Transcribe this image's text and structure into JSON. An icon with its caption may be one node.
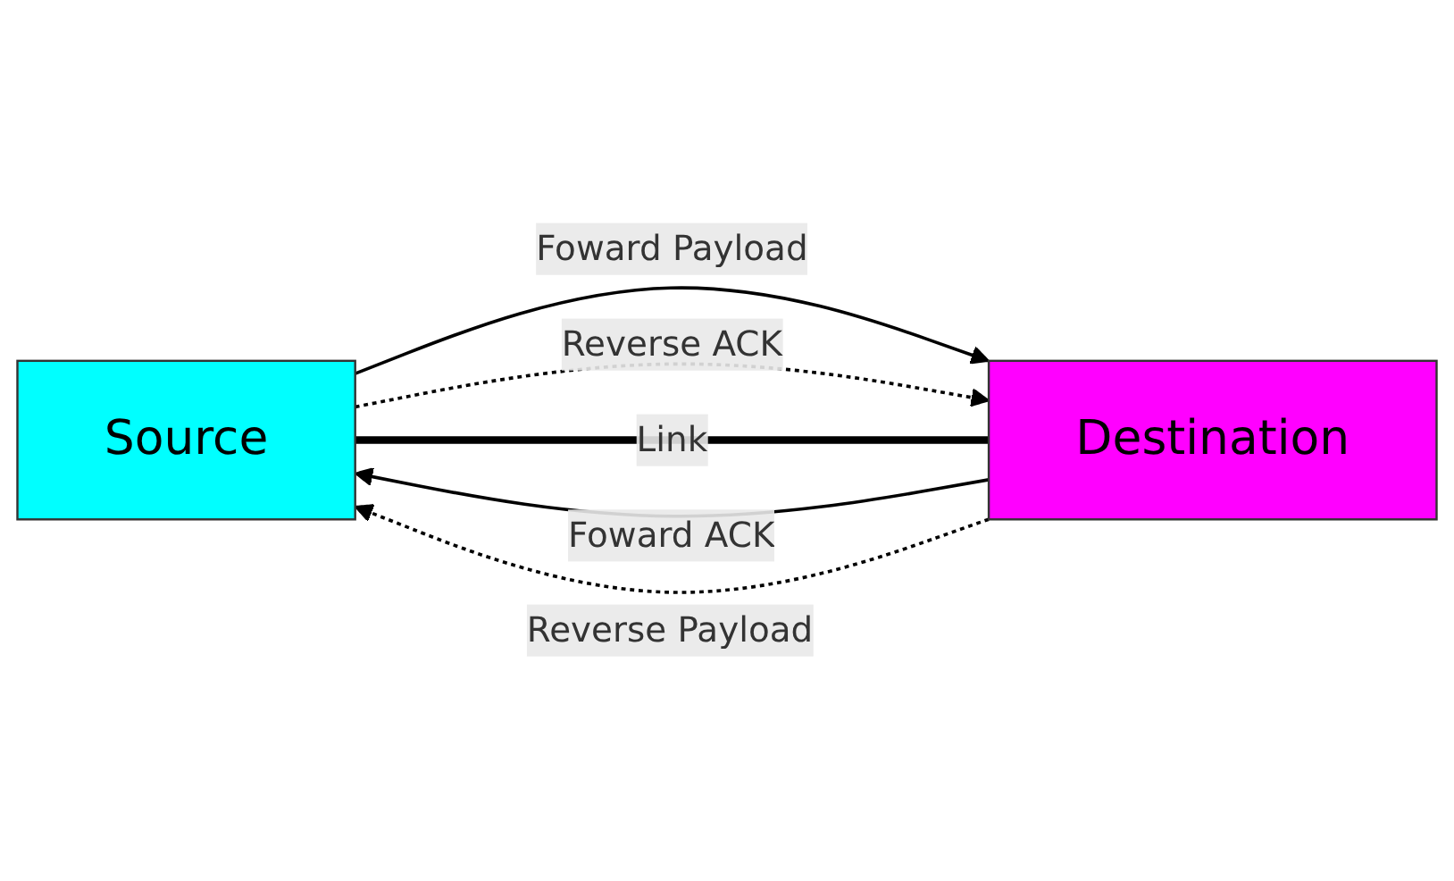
{
  "diagram": {
    "nodes": [
      {
        "text": [
          "Source"
        ]
      },
      {
        "text": [
          "Destination"
        ]
      }
    ],
    "edges": [
      {
        "from": 0,
        "to": 1,
        "arrow": "to",
        "label": "Foward Payload"
      },
      {
        "from": 0,
        "to": 1,
        "arrow": "to",
        "label": "Reverse ACK",
        "style": "dashed"
      },
      {
        "from": 0,
        "to": 1,
        "arrow": "none",
        "label": "Link",
        "style": "thick"
      },
      {
        "from": 1,
        "to": 0,
        "arrow": "to",
        "label": "Foward ACK"
      },
      {
        "from": 1,
        "to": 0,
        "arrow": "to",
        "label": "Reverse Payload",
        "style": "dashed"
      }
    ]
  }
}
